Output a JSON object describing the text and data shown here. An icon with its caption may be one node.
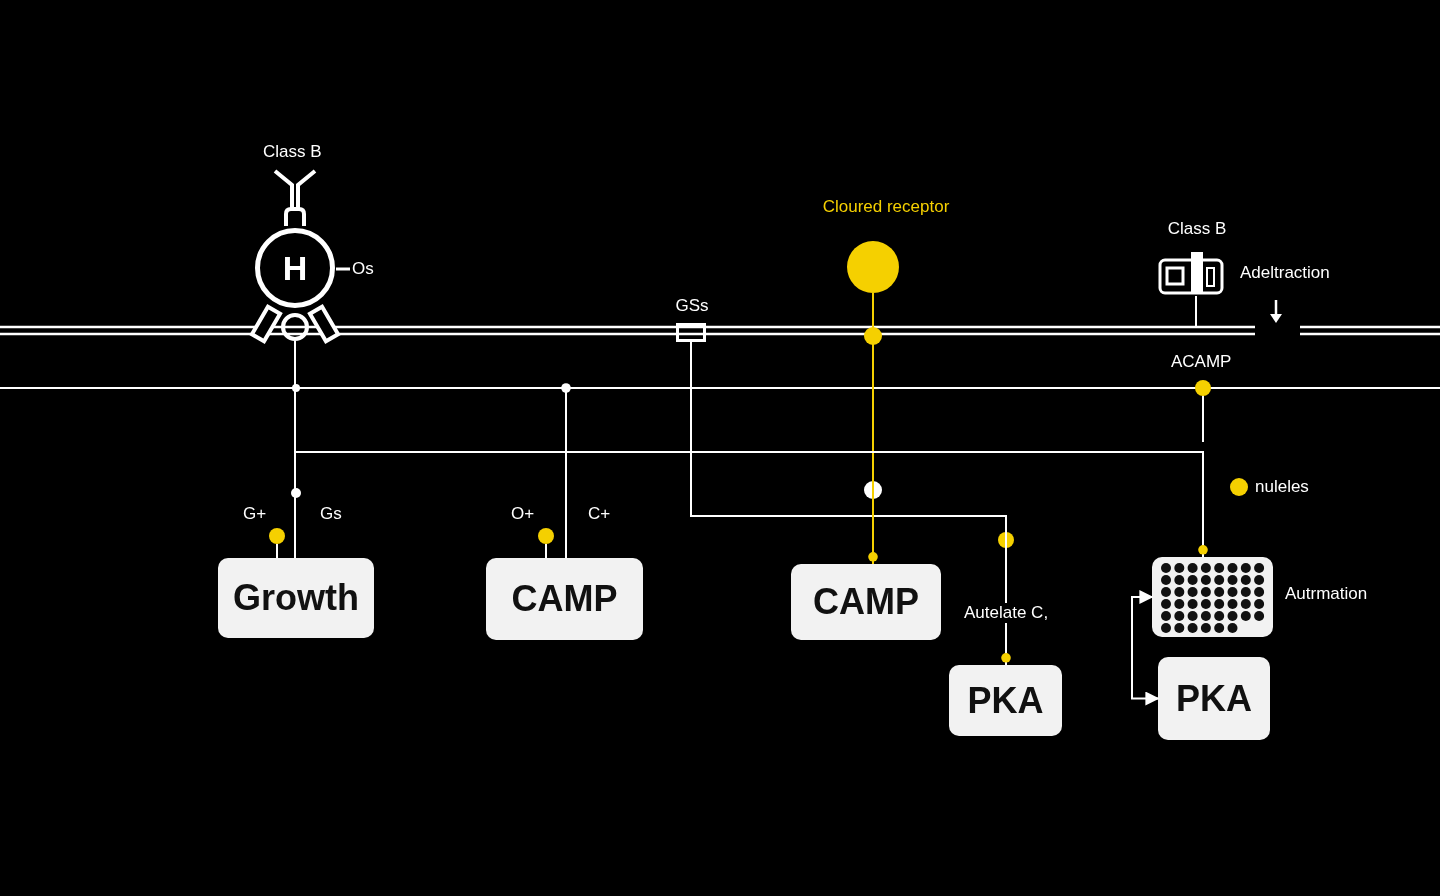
{
  "diagram": {
    "nodes": [
      {
        "text": [
          "H"
        ]
      },
      {
        "text": [],
        "shape": "circle"
      },
      {
        "text": [
          "Growth"
        ]
      },
      {
        "text": [
          "CAMP"
        ]
      },
      {
        "text": [],
        "shape": "box",
        "beside": [
          "GSs"
        ]
      },
      {
        "text": [],
        "shape": "circle",
        "beside": [
          "Cloured receptor"
        ]
      },
      {
        "text": [
          "CAMP"
        ]
      },
      {
        "text": [
          "PKA"
        ]
      },
      {
        "text": [],
        "shape": "box",
        "beside": [
          "Class B"
        ]
      },
      {
        "text": [],
        "shape": "box",
        "beside": [
          "Autrmation"
        ]
      },
      {
        "text": [
          "PKA"
        ]
      }
    ],
    "edges": [
      {
        "from": 1,
        "to": 2,
        "arrow": "none"
      },
      {
        "from": null,
        "to": 3,
        "arrow": "other"
      },
      {
        "from": 4,
        "to": 7,
        "arrow": "other"
      },
      {
        "from": 5,
        "to": 6,
        "arrow": "other",
        "color": "#f5d000"
      },
      {
        "from": 1,
        "to": 9,
        "arrow": "other"
      },
      {
        "from": 9,
        "to": 10,
        "arrow": "both"
      }
    ],
    "labels": [
      "Class B",
      "Os",
      "Adeltraction",
      "ACAMP",
      "G+",
      "Gs",
      "O+",
      "C+",
      "Autelate C,"
    ],
    "legend": [
      {
        "text": "nuleles",
        "color": "#f5d000"
      }
    ]
  }
}
